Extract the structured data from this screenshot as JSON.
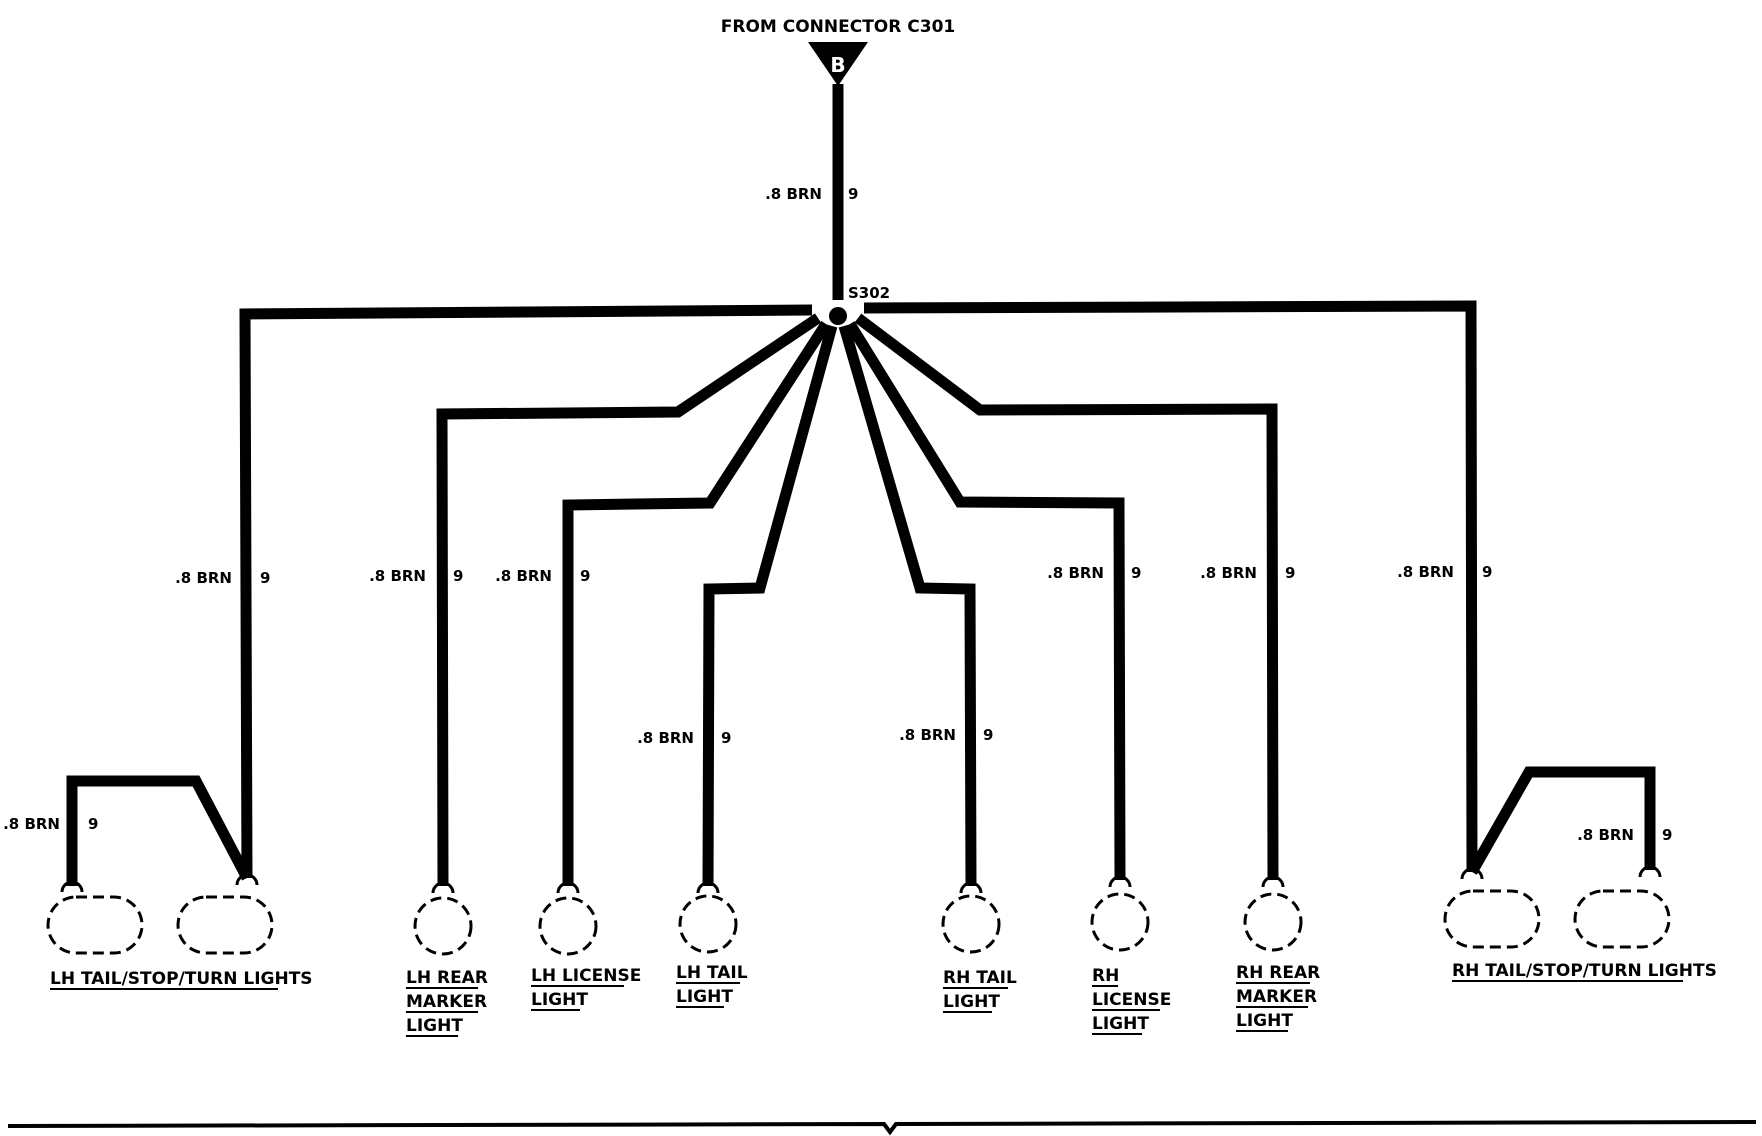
{
  "source": {
    "label": "FROM CONNECTOR C301",
    "connector_letter": "B"
  },
  "splice": {
    "label": "S302"
  },
  "wire": {
    "gauge_color": ".8 BRN",
    "circuit": "9"
  },
  "components": {
    "lh_tail_stop_turn": [
      "LH TAIL/STOP/TURN LIGHTS"
    ],
    "lh_rear_marker": [
      "LH REAR",
      "MARKER",
      "LIGHT"
    ],
    "lh_license": [
      "LH LICENSE",
      "LIGHT"
    ],
    "lh_tail": [
      "LH TAIL",
      "LIGHT"
    ],
    "rh_tail": [
      "RH TAIL",
      "LIGHT"
    ],
    "rh_license": [
      "RH",
      "LICENSE",
      "LIGHT"
    ],
    "rh_rear_marker": [
      "RH REAR",
      "MARKER",
      "LIGHT"
    ],
    "rh_tail_stop_turn": [
      "RH TAIL/STOP/TURN LIGHTS"
    ]
  },
  "colors": {
    "line": "#000000",
    "background": "#ffffff"
  }
}
